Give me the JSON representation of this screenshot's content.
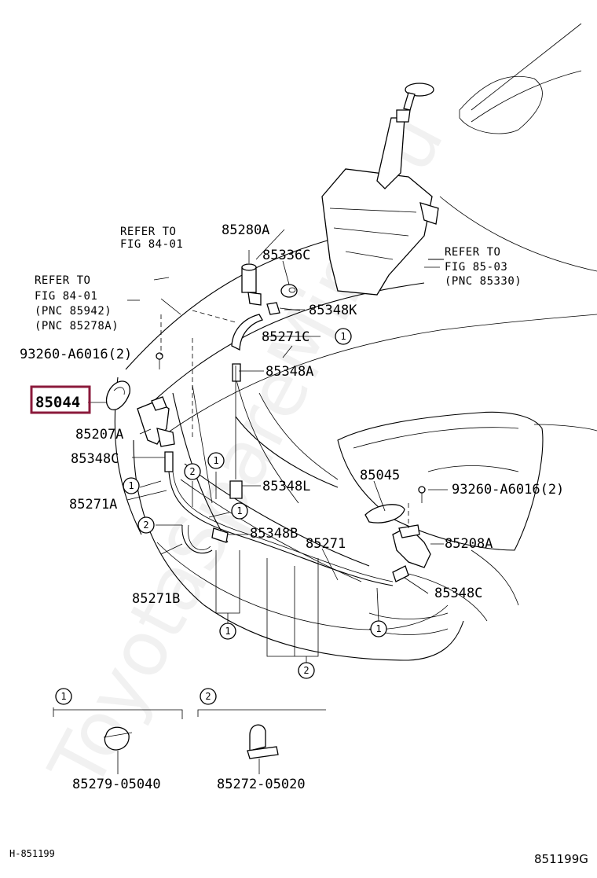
{
  "labels": {
    "p85280A": "85280A",
    "p85336C": "85336C",
    "p85348K": "85348K",
    "p85271C": "85271C",
    "p85348A": "85348A",
    "p85044": "85044",
    "p85207A": "85207A",
    "p85348C_left": "85348C",
    "p85271A": "85271A",
    "p85348L": "85348L",
    "p85045": "85045",
    "p93260_right": "93260-A6016(2)",
    "p93260_left": "93260-A6016(2)",
    "p85208A": "85208A",
    "p85348B": "85348B",
    "p85271": "85271",
    "p85271B": "85271B",
    "p85348C_right": "85348C",
    "p85279": "85279-05040",
    "p85272": "85272-05020"
  },
  "refs": {
    "ref1": [
      "REFER TO",
      "FIG 84-01"
    ],
    "ref2": [
      "REFER TO",
      "FIG 84-01",
      "(PNC 85942)",
      "(PNC 85278A)"
    ],
    "ref3": [
      "REFER TO",
      "FIG 85-03",
      "(PNC 85330)"
    ]
  },
  "callouts": {
    "one": "1",
    "two": "2"
  },
  "footer": {
    "left": "H-851199",
    "right": "851199G"
  },
  "watermark": "ToyotaSpareMine.ru",
  "colors": {
    "highlight": "#8b1a3b",
    "line": "#000000"
  }
}
